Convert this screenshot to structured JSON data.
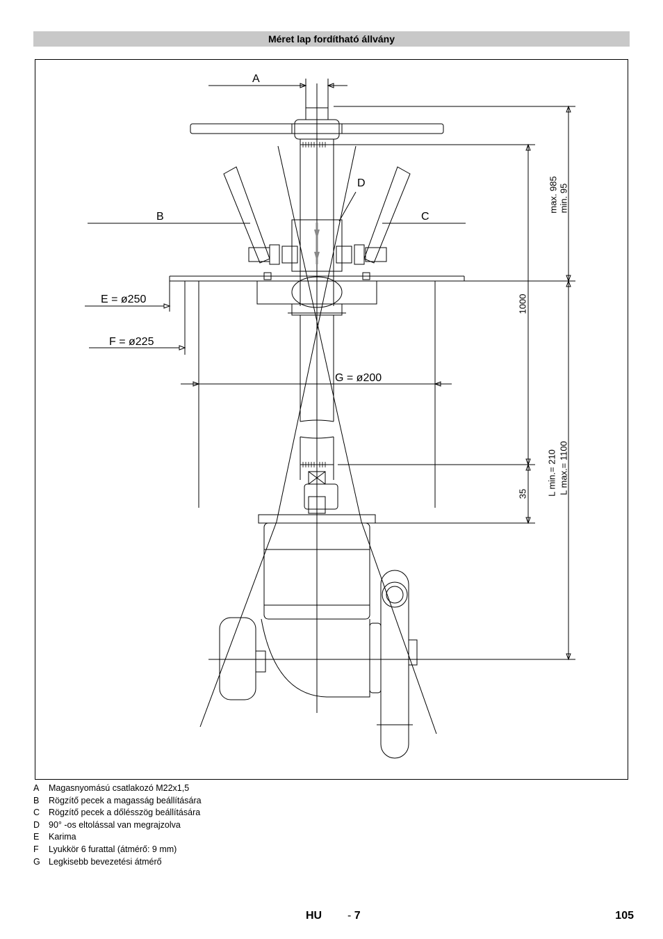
{
  "header": {
    "title": "Méret lap fordítható állvány"
  },
  "drawing": {
    "labels": {
      "a": "A",
      "b": "B",
      "c": "C",
      "d": "D",
      "e": "E = ø250",
      "f": "F = ø225",
      "g": "G = ø200"
    },
    "dims": {
      "max": "max. 985",
      "min": "min. 95",
      "d1000": "1000",
      "d35": "35",
      "lmin": "L min.= 210",
      "lmax": "L max.= 1100"
    }
  },
  "legend": [
    {
      "key": "A",
      "text": "Magasnyomású csatlakozó M22x1,5"
    },
    {
      "key": "B",
      "text": "Rögzítő pecek a magasság beállítására"
    },
    {
      "key": "C",
      "text": "Rögzítő pecek a dőlésszög beállítására"
    },
    {
      "key": "D",
      "text": "90° -os eltolással van megrajzolva"
    },
    {
      "key": "E",
      "text": "Karima"
    },
    {
      "key": "F",
      "text": "Lyukkör 6 furattal (átmérő: 9 mm)"
    },
    {
      "key": "G",
      "text": "Legkisebb bevezetési átmérő"
    }
  ],
  "footer": {
    "lang": "HU",
    "dash": "-",
    "page": "7",
    "number": "105"
  }
}
